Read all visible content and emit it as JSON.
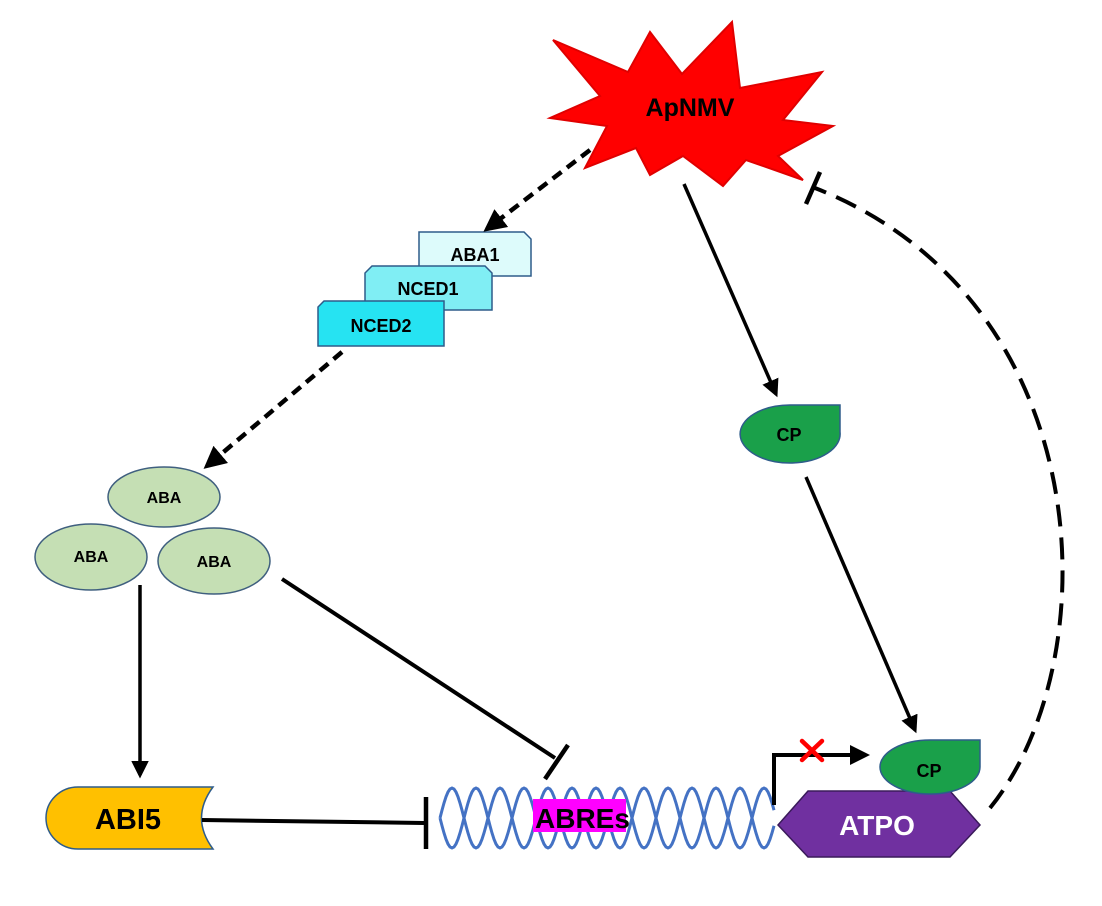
{
  "virus": {
    "label": "ApNMV"
  },
  "genes": [
    {
      "label": "ABA1"
    },
    {
      "label": "NCED1"
    },
    {
      "label": "NCED2"
    }
  ],
  "aba_molecules": [
    {
      "label": "ABA"
    },
    {
      "label": "ABA"
    },
    {
      "label": "ABA"
    }
  ],
  "coat_protein": {
    "label": "CP"
  },
  "coat_protein_bound": {
    "label": "CP"
  },
  "abi5": {
    "label": "ABI5"
  },
  "abres": {
    "label": "ABREs"
  },
  "atpo": {
    "label": "ATPO"
  },
  "colors": {
    "virus": "#ff0000",
    "aba1": "#ddfbfb",
    "nced1": "#80eef4",
    "nced2": "#26e3f2",
    "aba_molecule": "#c5dfb4",
    "coat_protein": "#1aa04a",
    "abi5": "#ffc000",
    "abres_highlight": "#ff00ff",
    "dna": "#4472c4",
    "atpo": "#7030a0",
    "blocked_marker": "#ff0000"
  }
}
